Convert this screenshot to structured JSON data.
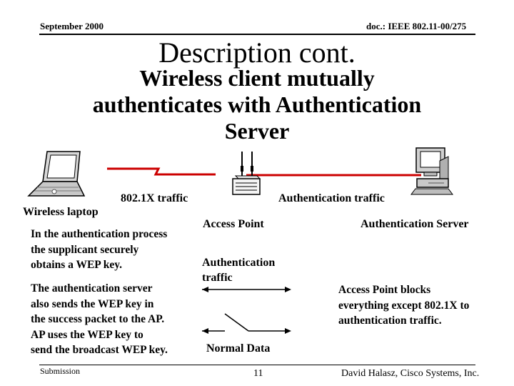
{
  "header": {
    "date": "September 2000",
    "doc_id": "doc.: IEEE 802.11-00/275"
  },
  "slide": {
    "title": "Description cont.",
    "subtitle_lines": [
      "Wireless client mutually",
      "authenticates with Authentication",
      "Server"
    ]
  },
  "diagram": {
    "laptop_label": "Wireless laptop",
    "traffic_8021x_label": "802.1X traffic",
    "auth_traffic_label": "Authentication traffic",
    "access_point_label": "Access Point",
    "auth_server_label": "Authentication Server",
    "switch_auth_label_lines": [
      "Authentication",
      "traffic"
    ],
    "normal_data_label": "Normal Data"
  },
  "text": {
    "left_para1": [
      "In the authentication process",
      "the supplicant securely",
      "obtains a WEP key."
    ],
    "left_para2": [
      "The authentication server",
      "also sends the WEP key in",
      "the success packet to the AP.",
      "AP uses the WEP key to",
      "send the broadcast WEP key."
    ],
    "right_para": [
      "Access Point blocks",
      "everything except 802.1X to",
      "authentication traffic."
    ]
  },
  "footer": {
    "left": "Submission",
    "page": "11",
    "author": "David Halasz, Cisco Systems, Inc."
  },
  "colors": {
    "link_line": "#cc0000",
    "device_gray": "#c0c0c0"
  }
}
